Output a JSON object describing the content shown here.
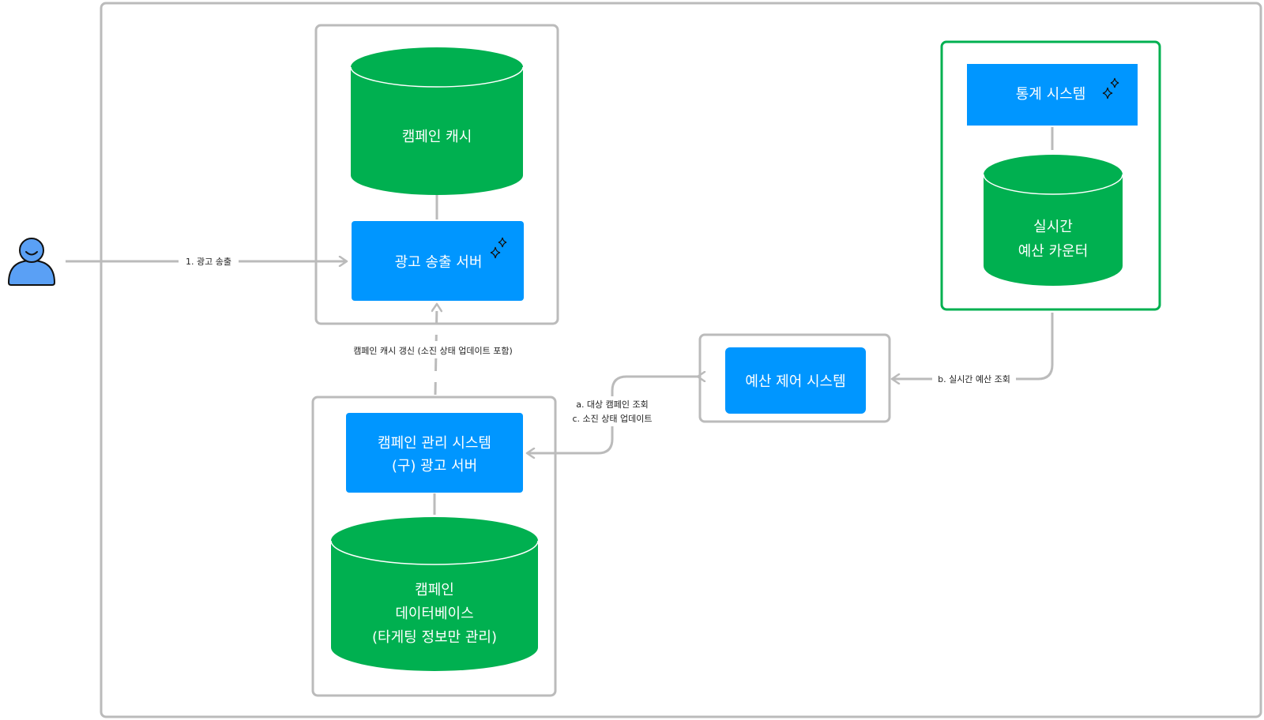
{
  "nodes": {
    "campaign_cache": {
      "label": [
        "캠페인 캐시"
      ]
    },
    "ad_server": {
      "label": [
        "광고 송출 서버"
      ]
    },
    "stats_system": {
      "label": [
        "통계 시스템"
      ]
    },
    "realtime_budget_counter": {
      "label": [
        "실시간",
        "예산 카운터"
      ]
    },
    "budget_control": {
      "label": [
        "예산 제어 시스템"
      ]
    },
    "campaign_mgmt": {
      "label": [
        "캠페인 관리 시스템",
        "(구) 광고 서버"
      ]
    },
    "campaign_db": {
      "label": [
        "캠페인",
        "데이터베이스",
        "(타게팅 정보만 관리)"
      ]
    }
  },
  "edges": {
    "ad_delivery": "1. 광고 송출",
    "cache_refresh": "캠페인 캐시 갱신 (소진 상태 업데이트 포함)",
    "campaign_query": [
      "a. 대상 캠페인 조회",
      "c. 소진 상태 업데이트"
    ],
    "budget_query": "b. 실시간 예산 조회"
  },
  "colors": {
    "green": "#00b050",
    "blue": "#0096ff",
    "gray_border": "#bbbbbb",
    "green_border": "#00b050",
    "person": "#5aa0f5"
  },
  "icons": {
    "person": "person-icon",
    "sparkle": "sparkle-icon"
  }
}
